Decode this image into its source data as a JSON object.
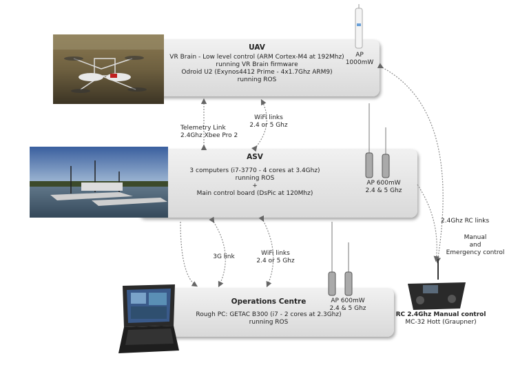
{
  "uav": {
    "title": "UAV",
    "lines": [
      "VR Brain - Low level control (ARM Cortex-M4 at 192Mhz)",
      "running VR Brain firmware",
      "Odroid U2 (Exynos4412 Prime - 4x1.7Ghz ARM9)",
      "running ROS"
    ],
    "ap": [
      "AP",
      "1000mW"
    ]
  },
  "asv": {
    "title": "ASV",
    "lines": [
      "3 computers (i7-3770 - 4 cores at 3.4Ghz)",
      "running ROS",
      "+",
      "Main control board (DsPic at 120Mhz)"
    ],
    "ap": [
      "AP 600mW",
      "2.4 & 5 Ghz"
    ]
  },
  "ops": {
    "title": "Operations Centre",
    "lines": [
      "Rough PC: GETAC B300 (i7 - 2 cores at 2.3Ghz)",
      "running ROS"
    ],
    "ap": [
      "AP 600mW",
      "2.4 & 5 Ghz"
    ]
  },
  "links": {
    "telemetry": [
      "Telemetry Link",
      "2.4Ghz Xbee Pro 2"
    ],
    "wifi_top": [
      "WiFi links",
      "2.4 or 5 Ghz"
    ],
    "wifi_bottom": [
      "WiFi links",
      "2.4 or 5 Ghz"
    ],
    "link_3g": "3G link",
    "rc": "2.4Ghz RC links",
    "manual": [
      "Manual",
      "and",
      "Emergency control"
    ]
  },
  "rc": {
    "title": "RC 2.4Ghz Manual control",
    "subtitle": "MC-32 Hott (Graupner)"
  }
}
